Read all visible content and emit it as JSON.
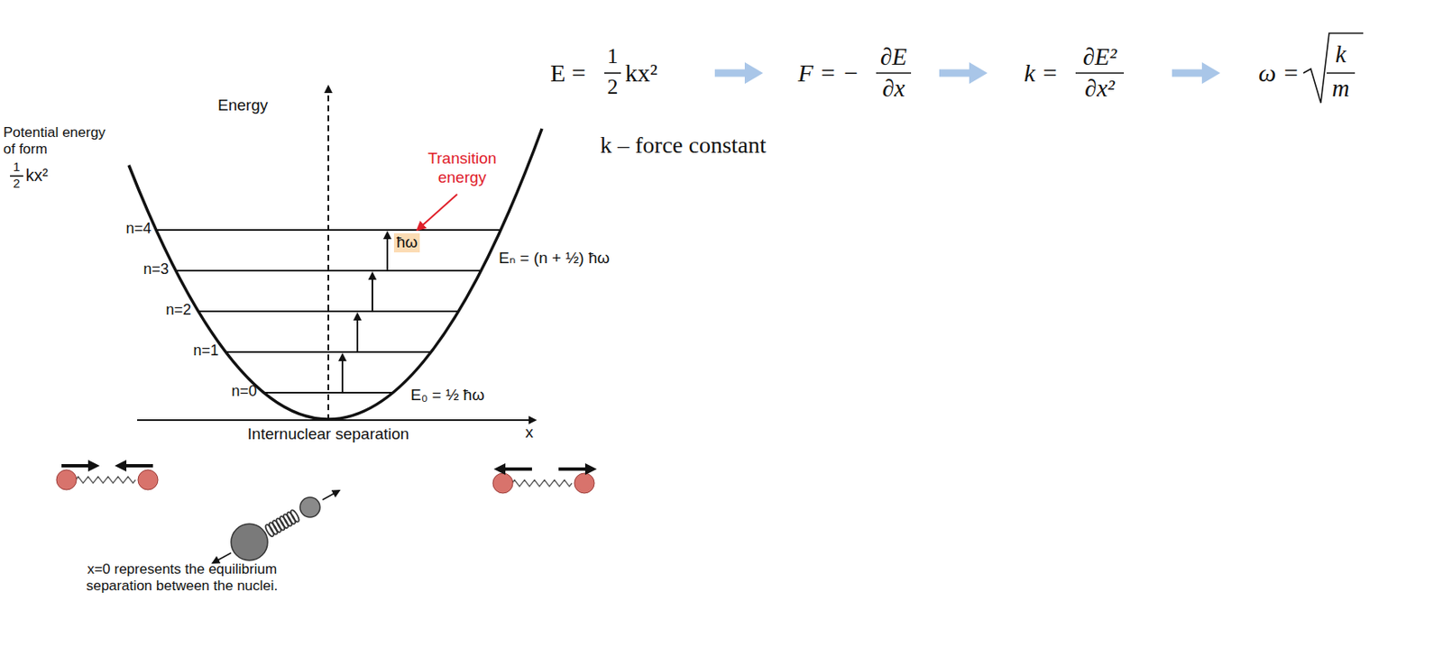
{
  "diagram": {
    "labels": [
      "Potential energy of form",
      "1",
      "2",
      "kx²",
      "Energy",
      "Transition energy",
      "ħω",
      "n=4",
      "n=3",
      "n=2",
      "n=1",
      "n=0",
      "Eₙ = (n + ½) ħω",
      "E₀ = ½ ħω",
      "Internuclear separation",
      "x",
      "x=0 represents the equilibrium separation between the nuclei.",
      "E =",
      "1",
      "2",
      "kx²",
      "F = −",
      "∂E",
      "∂x",
      "k =",
      "∂E²",
      "∂x²",
      "ω =",
      "k",
      "m",
      "k – force constant"
    ]
  }
}
